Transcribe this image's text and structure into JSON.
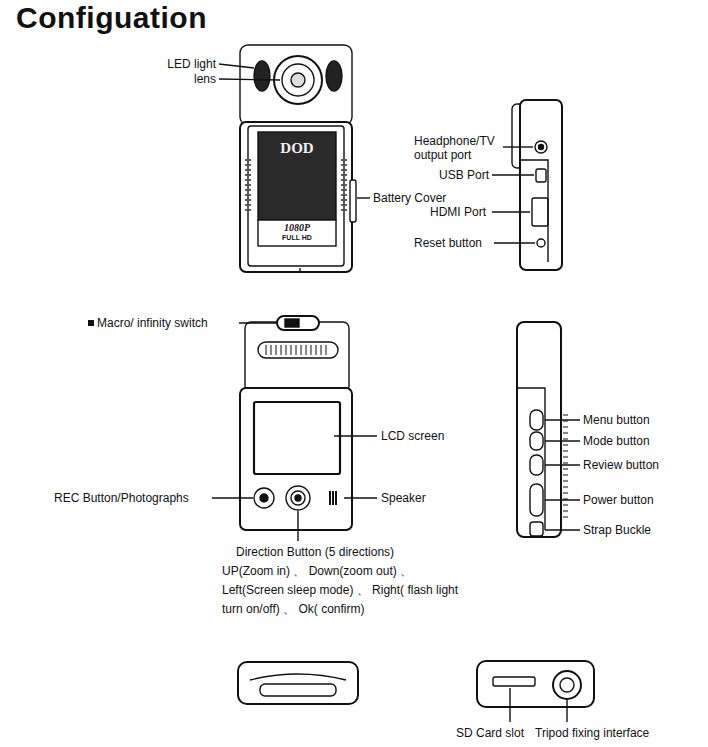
{
  "diagram": {
    "title": "Configuation",
    "labels": [
      "LED light",
      "lens",
      "Battery Cover",
      "Headphone/TV output port",
      "USB Port",
      "HDMI Port",
      "Reset button",
      "Macro/ infinity switch",
      "LCD screen",
      "REC Button/Photographs",
      "Speaker",
      "Direction Button (5 directions)",
      "UP(Zoom in) 、 Down(zoom out) 、 Left(Screen sleep mode) 、 Right( flash light turn on/off) 、 Ok( confirm)",
      "Menu button",
      "Mode button",
      "Review button",
      "Power button",
      "Strap Buckle",
      "SD Card slot",
      "Tripod fixing interface",
      "DOD",
      "1080P",
      "FULL HD"
    ]
  }
}
